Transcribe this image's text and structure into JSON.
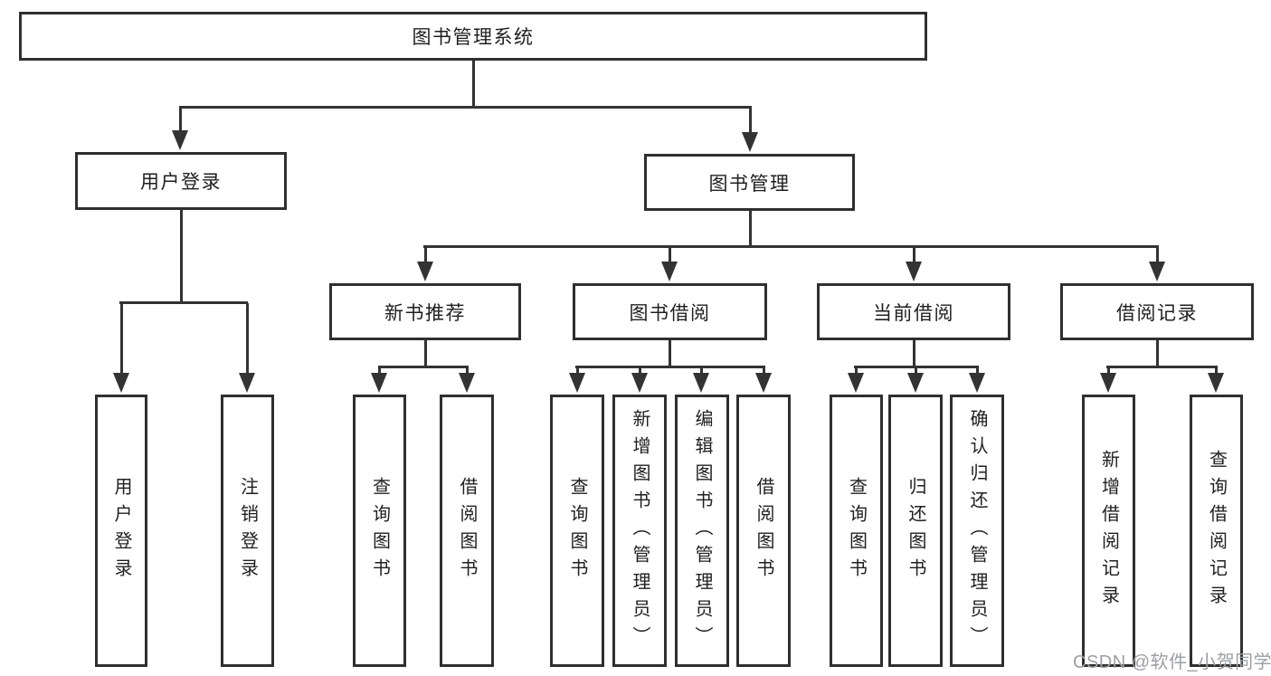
{
  "colors": {
    "line": "#333333",
    "box_border": "#2f2f2f",
    "text": "#1f1f1f",
    "watermark": "#9c9fa3",
    "background": "#ffffff"
  },
  "watermark": "CSDN @软件_小贺同学",
  "diagram": {
    "root": "图书管理系统",
    "level2": [
      "用户登录",
      "图书管理"
    ],
    "level3": [
      "新书推荐",
      "图书借阅",
      "当前借阅",
      "借阅记录"
    ],
    "leaves": [
      "用户登录",
      "注销登录",
      "查询图书",
      "借阅图书",
      "查询图书",
      "新增图书（管理员）",
      "编辑图书（管理员）",
      "借阅图书",
      "查询图书",
      "归还图书",
      "确认归还（管理员）",
      "新增借阅记录",
      "查询借阅记录"
    ],
    "hierarchy": {
      "图书管理系统": {
        "用户登录": [
          "用户登录",
          "注销登录"
        ],
        "图书管理": {
          "新书推荐": [
            "查询图书",
            "借阅图书"
          ],
          "图书借阅": [
            "查询图书",
            "新增图书（管理员）",
            "编辑图书（管理员）",
            "借阅图书"
          ],
          "当前借阅": [
            "查询图书",
            "归还图书",
            "确认归还（管理员）"
          ],
          "借阅记录": [
            "新增借阅记录",
            "查询借阅记录"
          ]
        }
      }
    }
  }
}
